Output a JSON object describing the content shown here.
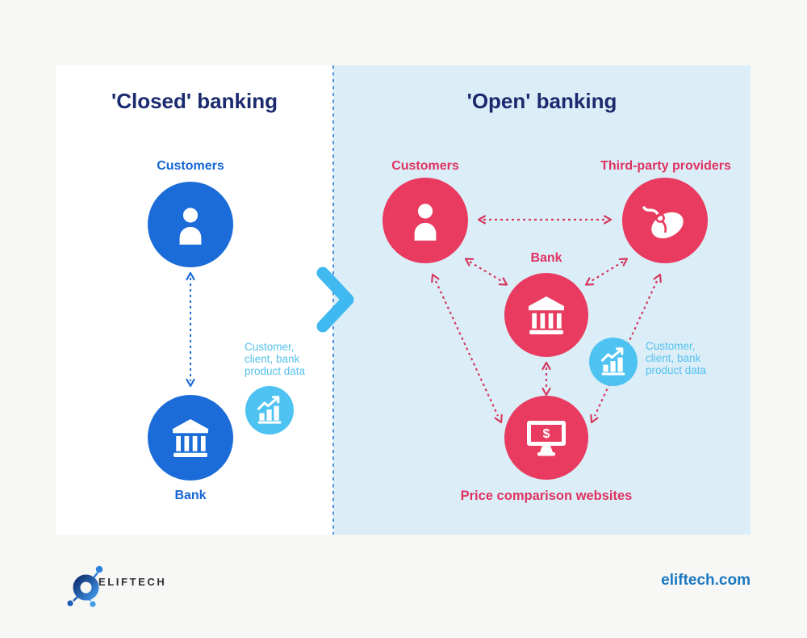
{
  "colors": {
    "page_bg": "#f7f7f5",
    "closed_panel_bg": "#ffffff",
    "open_panel_bg": "#dbeef8",
    "title_navy": "#1b2a6e",
    "closed_accent_blue": "#1b6bd8",
    "open_accent_red": "#e93a5f",
    "data_light_blue": "#4ec3f2",
    "website_link_blue": "#1a78c2"
  },
  "closed_panel": {
    "title": "'Closed' banking",
    "customers_label": "Customers",
    "bank_label": "Bank",
    "data_note": "Customer, client, bank product data"
  },
  "open_panel": {
    "title": "'Open' banking",
    "customers_label": "Customers",
    "third_party_label": "Third-party providers",
    "bank_label": "Bank",
    "price_comparison_label": "Price comparison websites",
    "data_note": "Customer, client, bank product data"
  },
  "icons": {
    "closed_customers": "person-icon",
    "closed_bank": "bank-building-icon",
    "closed_data": "bar-chart-growth-icon",
    "open_customers": "person-icon",
    "open_third_party": "computer-mouse-icon",
    "open_bank": "bank-building-icon",
    "open_price_comparison": "monitor-dollar-icon",
    "open_data": "bar-chart-growth-icon",
    "transition": "chevron-right-icon",
    "brand_logo": "eliftech-logo-icon",
    "monitor_dollar_glyph": "$"
  },
  "footer": {
    "brand": "ELIFTECH",
    "website": "eliftech.com"
  }
}
